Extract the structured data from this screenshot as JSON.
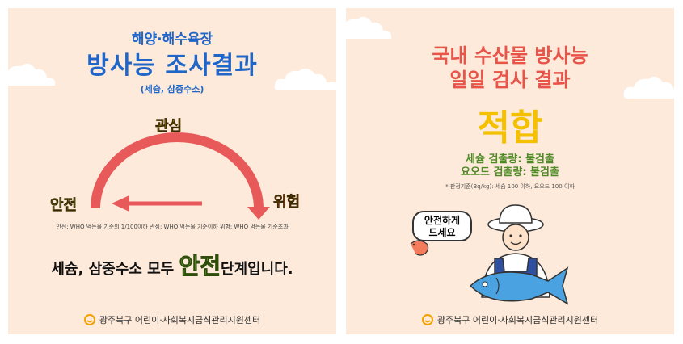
{
  "left_card": {
    "title_line1": "해양·해수욕장",
    "title_line2": "방사능 조사결과",
    "subtitle": "(세슘, 삼중수소)",
    "levels": {
      "safe": "안전",
      "concern": "관심",
      "danger": "위험"
    },
    "legend": "안전: WHO 먹는물 기준의 1/100이하   관심: WHO 먹는물 기준이하   위험: WHO 먹는물 기준초과",
    "statement_before": "세슘, 삼중수소 모두 ",
    "statement_highlight": "안전",
    "statement_after": "단계입니다.",
    "footer": "광주북구 어린이·사회복지급식관리지원센터"
  },
  "right_card": {
    "title_line1": "국내 수산물 방사능",
    "title_line2": "일일 검사 결과",
    "result": "적합",
    "detail_line1": "세슘 검출량: 불검출",
    "detail_line2": "요오드 검출량: 불검출",
    "note": "* 판정기준(Bq/kg): 세슘 100 이하, 요오드 100 이하",
    "bubble_line1": "안전하게",
    "bubble_line2": "드세요",
    "footer": "광주북구 어린이·사회복지급식관리지원센터"
  },
  "colors": {
    "card_bg": "#fdeada",
    "title_blue": "#1f66c8",
    "arc_red": "#e85a5a",
    "safe_green": "#8fd14f",
    "concern_yellow": "#f2b600",
    "danger_red": "#e53935",
    "result_yellow": "#f4c000",
    "detail_green": "#4f8a26",
    "fish_blue": "#4aa3e0"
  },
  "icons": [
    "cloud-icon",
    "smile-logo-icon",
    "fisherman-icon",
    "shrimp-icon",
    "fish-icon"
  ]
}
